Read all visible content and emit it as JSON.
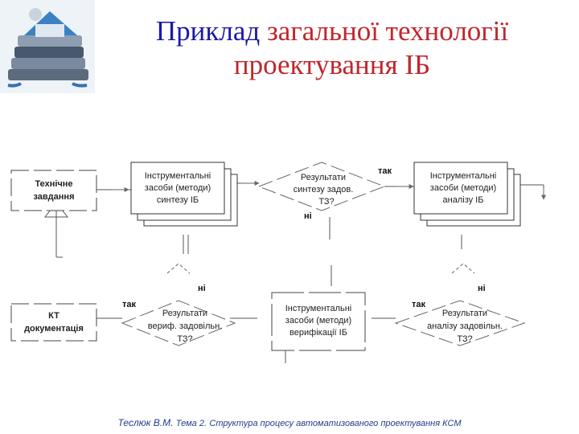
{
  "title": {
    "part1": "Приклад",
    "part2": "загальної технології",
    "line2": "проектування ІБ"
  },
  "nodes": {
    "tech_task": [
      "Технічне",
      "завдання"
    ],
    "tools_synth": [
      "Інструментальні",
      "засоби (методи)",
      "синтезу ІБ"
    ],
    "decision_synth": [
      "Результати",
      "синтезу задов.",
      "ТЗ?"
    ],
    "tools_analysis": [
      "Інструментальні",
      "засоби (методи)",
      "аналізу  ІБ"
    ],
    "kt_docs": [
      "КТ",
      "документація"
    ],
    "decision_verif": [
      "Результати",
      "вериф. задовільн.",
      "ТЗ?"
    ],
    "tools_verif": [
      "Інструментальні",
      "засоби (методи)",
      "верифікації  ІБ"
    ],
    "decision_analysis": [
      "Результати",
      "аналізу задовільн.",
      "ТЗ?"
    ]
  },
  "labels": {
    "yes": "так",
    "no": "ні"
  },
  "footer": {
    "author": "Теслюк В.М.",
    "topic": "Тема 2.",
    "text": "Структура процесу автоматизованого проектування КСМ"
  },
  "colors": {
    "title_blue": "#1a1aa6",
    "title_red": "#c0262c",
    "footer": "#1f3d8a"
  }
}
